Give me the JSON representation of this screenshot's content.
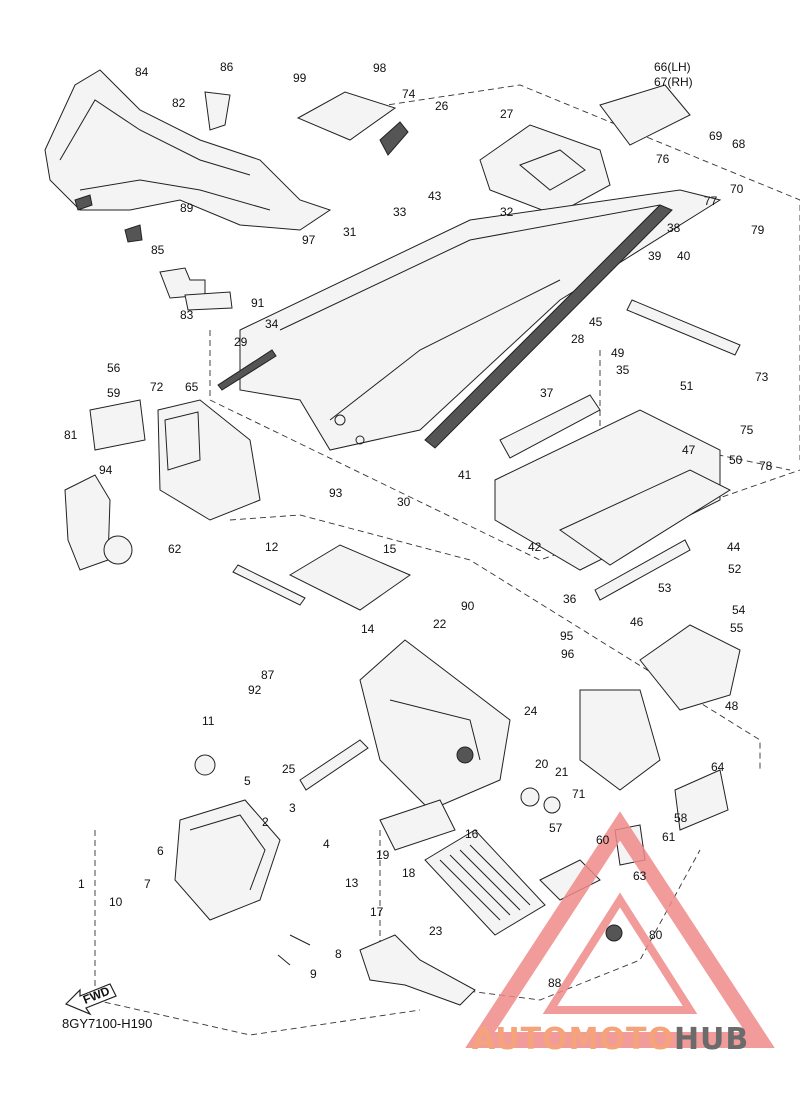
{
  "diagram": {
    "code": "8GY7100-H190",
    "fwd_label": "FWD",
    "callouts": [
      "1",
      "2",
      "3",
      "4",
      "5",
      "6",
      "7",
      "8",
      "9",
      "10",
      "11",
      "12",
      "13",
      "14",
      "15",
      "16",
      "17",
      "18",
      "19",
      "20",
      "21",
      "22",
      "23",
      "24",
      "25",
      "26",
      "27",
      "28",
      "29",
      "30",
      "31",
      "32",
      "33",
      "34",
      "35",
      "36",
      "37",
      "38",
      "39",
      "40",
      "41",
      "42",
      "43",
      "44",
      "45",
      "46",
      "47",
      "48",
      "49",
      "50",
      "51",
      "52",
      "53",
      "54",
      "55",
      "56",
      "57",
      "58",
      "59",
      "60",
      "61",
      "62",
      "63",
      "64",
      "65",
      "66(LH)",
      "67(RH)",
      "68",
      "69",
      "70",
      "71",
      "72",
      "73",
      "74",
      "75",
      "76",
      "77",
      "78",
      "79",
      "80",
      "81",
      "82",
      "83",
      "84",
      "85",
      "86",
      "87",
      "88",
      "89",
      "90",
      "91",
      "92",
      "93",
      "94",
      "95",
      "96",
      "97",
      "98",
      "99"
    ]
  },
  "watermark": {
    "part1": "AUTOMOTO",
    "part2": "HUB",
    "color1": "#f4a37a",
    "color2": "#6b6b6b",
    "triangle_color": "#f08a8a"
  }
}
